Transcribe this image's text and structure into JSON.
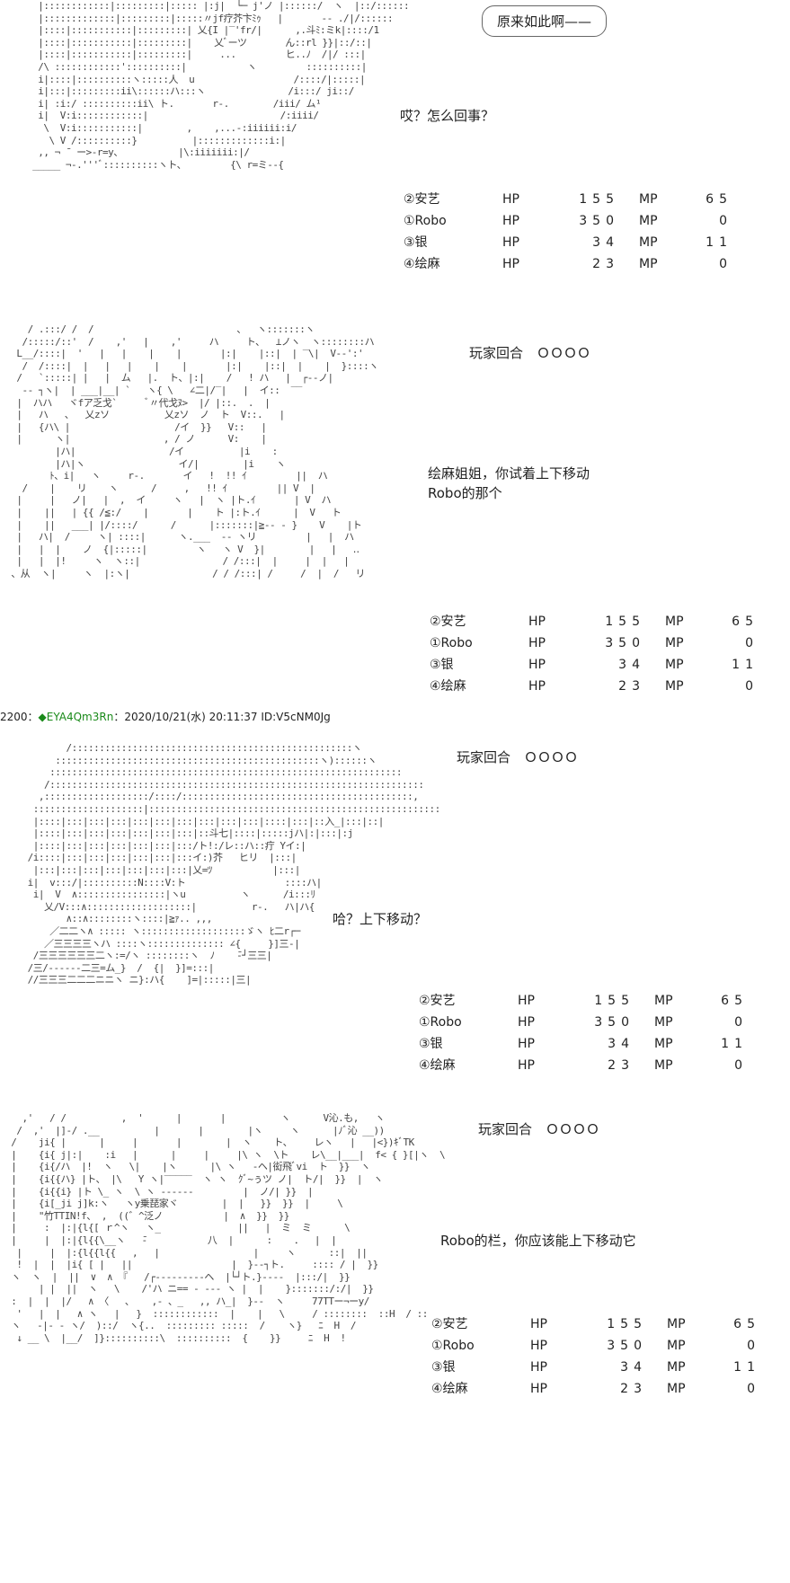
{
  "panel1": {
    "bubble": "原来如此啊——",
    "dialogue": "哎？怎么回事？",
    "aa": "  |::::::::::::|:::::::::|::::: |:j|  └─ j'ノ |::::::/  ヽ  |::/::::::\n  |:::::::::::::|:::::::::|:::::〃jf疗芥卞ﾐｩ   |       -- ./|/::::::\n  |::::|:::::::::::|:::::::::| 乂{I |‾'fr/|      ,.斗ﾐ:ミk|::::/1\n  |::::|:::::::::::|:::::::::|    乂ﾞーツ       ん::rl }}|::/::|\n  |::::|:::::::::::|:::::::::|     ...         ヒ..ﾉ  /|/ :::|\n  /\\ ::::::::::::'::::::::::|           ヽ         ::::::::::|\n  i|::::|::::::::::ヽ:::::人  u                  /::::/|:::::|\n  i|:::|:::::::::ii\\::::::ハ:::ヽ               /i:::/ ji::/\n  i| :i:/ ::::::::::ii\\ ト.       r‐.        /iii/ ム¹\n  i|  V:i::::::::::::|                        /:iiii/\n   \\  V:i:::::::::::|        ,    ,...-:iiiiii:i/\n    \\ V /::::::::::}          |:::::::::::::i:|\n  ,, ¬ ̄  ー>‐r=y、          |\\:iiiiiii:|/\n _____ ¬‐.'''ﾞ::::::::::ヽト、        {\\ r=ミ--{",
    "stats": [
      {
        "name": "②安艺",
        "hp_label": "HP",
        "hp": "155",
        "mp_label": "MP",
        "mp": "65"
      },
      {
        "name": "①Robo",
        "hp_label": "HP",
        "hp": "350",
        "mp_label": "MP",
        "mp": "0"
      },
      {
        "name": "③银",
        "hp_label": "HP",
        "hp": "34",
        "mp_label": "MP",
        "mp": "11"
      },
      {
        "name": "④绘麻",
        "hp_label": "HP",
        "hp": "23",
        "mp_label": "MP",
        "mp": "0"
      }
    ]
  },
  "panel2": {
    "turn": "玩家回合　ＯＯＯＯ",
    "dialogue": "绘麻姐姐，你试着上下移动\nRobo的那个",
    "aa": "     / .:::/ /  /                          、  ヽ:::::::ヽ\n    /:::::/::'  /    ,'   |    ,'     ハ     ト、  ⊥ノヽ  ヽ::::::::ハ\n   L__/::::|  '   |   |    |    |       |:|    |::|  | ‾\\|  V‐‐':'\n    /  /::::|  |   |   |    |    |       |:|    |::|  |    |  }::::ヽ\n   /   `:::::| |   |  ム   |.  ト、|:|    /   ! ハ   |  ┌‐‐ノ|\n    ‐‐ ┐ヽ|  | ___|__| `   ヽ{ \\   ∠二|/‾|   |  イ::  ‾‾\n   |  ハハ   ヾfア乏戈`     ﾞ〃代戈ﾇ>  |/ |::.  .  |\n   |   ハ   、  乂zソ          乂zソ  ノ  ト  V::.   |\n   |   {ハ\\ |                   /イ  }}   V::   |\n   |      ヽ|                 , / ノ      V:    |\n          |ハ|                 /イ          |i    :\n          |ハ|ヽ                 イ/|        |i    ヽ\n         ﾄ、i|   ヽ     r‐.       イ   !  !! ｲ         ||  ハ\n    /    |    リ    ヽ      /     ,   !! ｲ         || V  |\n   |     |   ノ|   |  ,  イ     ヽ   |  ヽ |ト.ｲ       | V  ハ\n   |    ||   | {{ /≦:/    |       |    ト |:ト.ｲ      |  V   ト\n   |    ||   ___| |/::::/      /      |:::::::|≧-- - }    V    |ト\n   |   ハ|  /     ヽ| ::::|      ヽ.___  ‐‐ ヽリ         |   |  ハ\n   |   |  |    ノ  {|:::::|         ヽ   ヽ V  }|        |   |   ‥\n   |   |  |!     ヽ  ヽ::|               / /:::|  |     |  |   |\n  、从  ヽ|     ヽ  |:ヽ|               / / /:::| /     /  |  /   リ",
    "stats": [
      {
        "name": "②安艺",
        "hp_label": "HP",
        "hp": "155",
        "mp_label": "MP",
        "mp": "65"
      },
      {
        "name": "①Robo",
        "hp_label": "HP",
        "hp": "350",
        "mp_label": "MP",
        "mp": "0"
      },
      {
        "name": "③银",
        "hp_label": "HP",
        "hp": "34",
        "mp_label": "MP",
        "mp": "11"
      },
      {
        "name": "④绘麻",
        "hp_label": "HP",
        "hp": "23",
        "mp_label": "MP",
        "mp": "0"
      }
    ]
  },
  "post": {
    "number": "2200：",
    "author": "◆EYA4Qm3Rn",
    "date": "：2020/10/21(水) 20:11:37 ID:V5cNM0Jg"
  },
  "panel3": {
    "turn": "玩家回合　ＯＯＯＯ",
    "dialogue": "哈？上下移动？",
    "aa": "            /:::::::::::::::::::::::::::::::::::::::::::::::::::ヽ\n          ::::::::::::::::::::::::::::::::::::::::::::::::ヽ)::::::ヽ\n         ::::::::::::::::::::::::::::::::::::::::::::::::::::::::::::::::\n        /::::::::::::::::::::::::::::::::::::::::::::::::::::::::::::::::::::\n       ,:::::::::::::::::::/::::/::::::::::::::::::::::::::::::::::::::::::,\n      ::::::::::::::::::::|:::::::::::::::::::::::::::::::::::::::::::::::::::::\n      |::::|:::|:::|:::|:::|:::|:::|:::|:::|:::|::::|:::|::入_|:::|::|\n      |::::|:::|:::|:::|:::|:::|:::|::斗七|::::|:::::jハ|:|:::|:j\n      |::::|:::|:::|:::|:::|:::|:::/ト!:/レ::ハ::疔 Yイ:|\n     /i::::|:::|:::|:::|:::|:::|:::イ:)芥   ヒリ  |:::|\n      |:::|:::|:::|:::|:::|:::|:::|乂=ﾂ           |:::|\n     i|  v:::/|::::::::::N::::V:ト                  ::::ハ|\n      i|  V  ∧::::::::::::::::|ヽu          ヽ      /i:::ﾘ\n        乂/V:::∧:::::::::::::::::::|          r‐.   ハ|ハ{\n            ∧::∧::::::::ヽ::::|≧ｧ.. ,,, \n         ／二二ヽ∧ ::::: ヽ:::::::::::::::::::ゞヽ ﾋ二r┌─\n        ／三三三三ヽハ ::::ヽ:::::::::::::: ∠{     }]三‐|\n      /三三三三三三二ヽ:=/ヽ ::::::::ヽ  ﾉ    ̄‐┘三三|\n     /三/‐‐‐‐‐‐二三=ム_}  /  {|  }]=:::|\n     //三三三二二二ニニヽ ニ}:ハ{    ]=|:::::|三|",
    "stats": [
      {
        "name": "②安艺",
        "hp_label": "HP",
        "hp": "155",
        "mp_label": "MP",
        "mp": "65"
      },
      {
        "name": "①Robo",
        "hp_label": "HP",
        "hp": "350",
        "mp_label": "MP",
        "mp": "0"
      },
      {
        "name": "③银",
        "hp_label": "HP",
        "hp": "34",
        "mp_label": "MP",
        "mp": "11"
      },
      {
        "name": "④绘麻",
        "hp_label": "HP",
        "hp": "23",
        "mp_label": "MP",
        "mp": "0"
      }
    ]
  },
  "panel4": {
    "turn": "玩家回合　ＯＯＯＯ",
    "dialogue": "Robo的栏，你应该能上下移动它",
    "aa": "    ,'   / /          ,  '      |       |          ヽ      V沁.も,   ヽ\n   /  ,'  |]-/ .__          |       |        |ヽ     ヽ      |ﾉﾞ沁 __))\n  /    ji{ |      |     |       |        |  ヽ    ト、    レヽ   |   |<})ｷﾞTK\n  |    {i{ j|:|    :i   |      |     |     |\\ ヽ  \\ト    レ\\__|___|  f< { }[|ヽ  \\\n  |    {i{/ハ  |!  ヽ   \\|    |ヽ      |\\ ヽ   ‐ヘ|衒飛ﾞvi  ト  }}  ヽ\n  |    {i{{ハ} |ト、 |\\   Y ヽ|‾‾‾‾‾  ヽ ヽ  ｸﾞ~ぅツ ノ|  ト/|  }}  |  ヽ\n  |    {i{{i} |ト \\_ ヽ  \\ ヽ ‐‐‐‐‐‐         |  ノ/| }}  |\n  |    {i[_ji j]k:ヽ   ヽy乗琵家ヾ        |  |   }}  }}  |     \\\n  |    \"竹TTIN!f、 ,  ((゛^泛ノ           |  ∧  }}  }}\n  |     :  |:|{l{[ ｒ^ヽ   ヽ_              ||   |  ミ  ミ      \\\n  |     |  |:|{l{{\\__ヽ   ̄‐           八  |      :    ．  |  |\n   |     |  |:{l{{l{{   ,   |                 |     ヽ      ::|  ||\n   !  |  |  |i{ [ |   ||                  |  }‐‐┐ト.     :::: / |  }}\n  ヽ  ヽ  |  ||  ∨  ∧ 『   /┌‐‐‐‐‐‐‐‐‐ヘ  |└┘ト.}‐‐‐‐  |:::/|  }}\n       | |  ||  ヽ   \\    /'ハ ニ== ‐ ‐‐‐ ヽ |  |    }:::::::/:/|  }}\n  :  |  |  |/   ∧ 〈   ､    ,‐ 、_   ,, ハ_|  }‐‐  ヽ     77TTー¬ーy/\n   '   |  |   ∧ ヽ   |   }  ::::::::::::  |    |   \\     / ::::::::  ::H  / ::\n  ヽ   ‐|‐ ‐ ヽ/  )::/  ヽ{..  ::::::::: :::::  /    ヽ}   ﾆ  H  /\n   ↓ __ \\  |__/  ]}::::::::::\\  ::::::::::  {    }}     ﾆ  H  !",
    "stats": [
      {
        "name": "②安艺",
        "hp_label": "HP",
        "hp": "155",
        "mp_label": "MP",
        "mp": "65"
      },
      {
        "name": "①Robo",
        "hp_label": "HP",
        "hp": "350",
        "mp_label": "MP",
        "mp": "0"
      },
      {
        "name": "③银",
        "hp_label": "HP",
        "hp": "34",
        "mp_label": "MP",
        "mp": "11"
      },
      {
        "name": "④绘麻",
        "hp_label": "HP",
        "hp": "23",
        "mp_label": "MP",
        "mp": "0"
      }
    ]
  }
}
